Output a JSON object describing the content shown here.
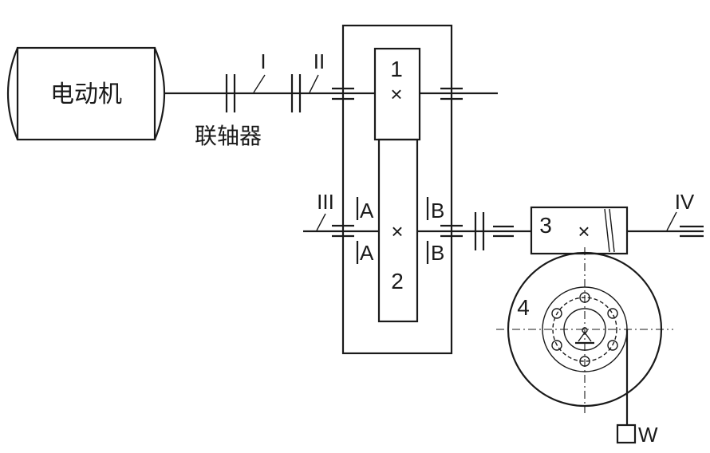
{
  "labels": {
    "motor": "电动机",
    "coupling": "联轴器",
    "shaft_1": "I",
    "shaft_2": "II",
    "shaft_3": "III",
    "shaft_4": "IV",
    "gear_1": "1",
    "gear_2": "2",
    "part_3": "3",
    "part_4": "4",
    "section_a_top": "A",
    "section_a_bottom": "A",
    "section_b_top": "B",
    "section_b_bottom": "B",
    "weight": "W",
    "cross_mark": "×"
  }
}
